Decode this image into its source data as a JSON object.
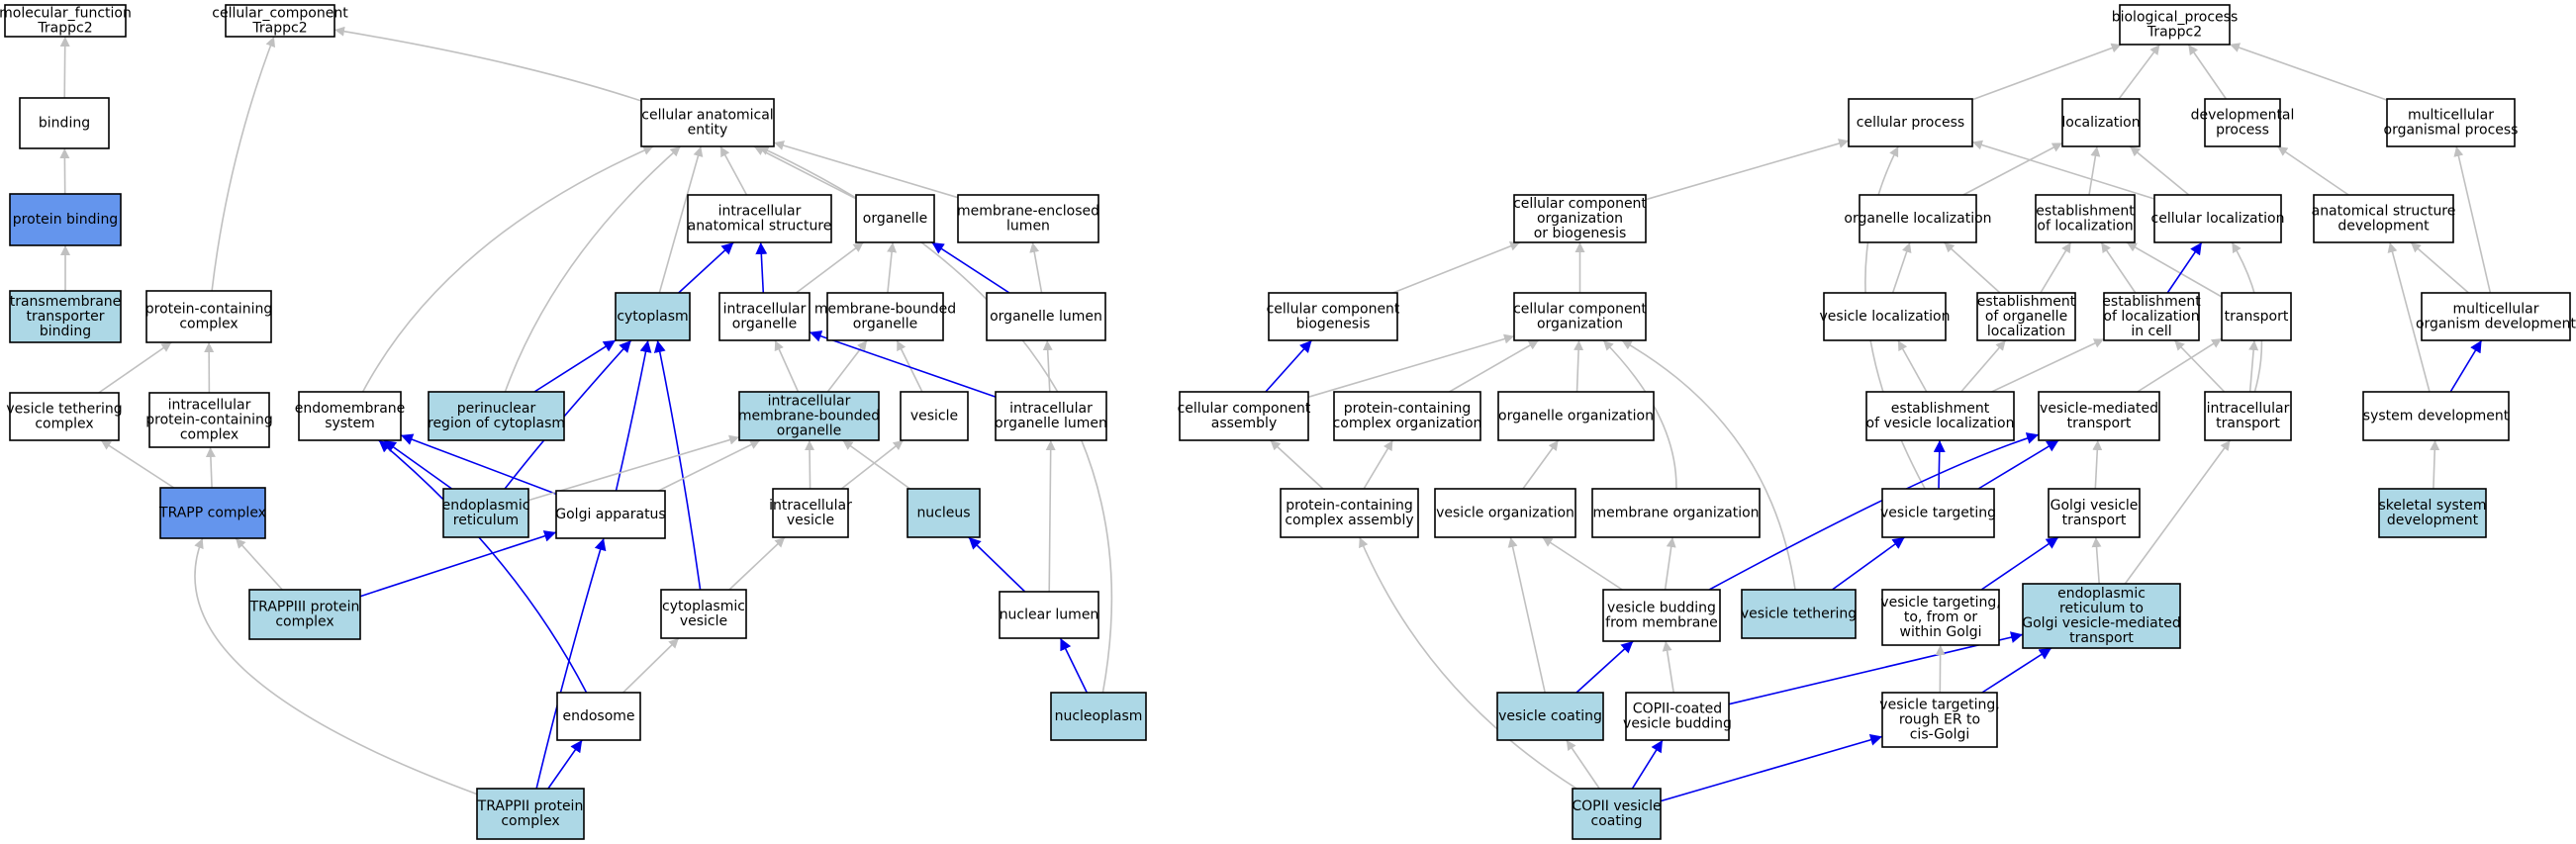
{
  "colors": {
    "node_default": "#ffffff",
    "node_annotated": "#add8e6",
    "node_highlight": "#6495ed",
    "edge_grey": "#c0c0c0",
    "edge_blue": "#0000ee"
  },
  "nodes": [
    {
      "id": "mf_root",
      "lines": [
        "molecular_function",
        "Trappc2"
      ],
      "fill": "default"
    },
    {
      "id": "binding",
      "lines": [
        "binding"
      ],
      "fill": "default"
    },
    {
      "id": "protein_binding",
      "lines": [
        "protein binding"
      ],
      "fill": "highlight"
    },
    {
      "id": "tm_binding",
      "lines": [
        "transmembrane",
        "transporter",
        "binding"
      ],
      "fill": "annotated"
    },
    {
      "id": "cc_root",
      "lines": [
        "cellular_component",
        "Trappc2"
      ],
      "fill": "default"
    },
    {
      "id": "prot_complex",
      "lines": [
        "protein-containing",
        "complex"
      ],
      "fill": "default"
    },
    {
      "id": "vesicle_tether_complex",
      "lines": [
        "vesicle tethering",
        "complex"
      ],
      "fill": "default"
    },
    {
      "id": "ic_prot_complex",
      "lines": [
        "intracellular",
        "protein-containing",
        "complex"
      ],
      "fill": "default"
    },
    {
      "id": "trapp_complex",
      "lines": [
        "TRAPP complex"
      ],
      "fill": "highlight"
    },
    {
      "id": "trappiii",
      "lines": [
        "TRAPPIII protein",
        "complex"
      ],
      "fill": "annotated"
    },
    {
      "id": "trappii",
      "lines": [
        "TRAPPII protein",
        "complex"
      ],
      "fill": "annotated"
    },
    {
      "id": "cell_anat",
      "lines": [
        "cellular anatomical",
        "entity"
      ],
      "fill": "default"
    },
    {
      "id": "ic_anat",
      "lines": [
        "intracellular",
        "anatomical structure"
      ],
      "fill": "default"
    },
    {
      "id": "organelle",
      "lines": [
        "organelle"
      ],
      "fill": "default"
    },
    {
      "id": "mem_lumen",
      "lines": [
        "membrane-enclosed",
        "lumen"
      ],
      "fill": "default"
    },
    {
      "id": "cytoplasm",
      "lines": [
        "cytoplasm"
      ],
      "fill": "annotated"
    },
    {
      "id": "ic_organelle",
      "lines": [
        "intracellular",
        "organelle"
      ],
      "fill": "default"
    },
    {
      "id": "mb_organelle",
      "lines": [
        "membrane-bounded",
        "organelle"
      ],
      "fill": "default"
    },
    {
      "id": "organelle_lumen",
      "lines": [
        "organelle lumen"
      ],
      "fill": "default"
    },
    {
      "id": "endomembrane",
      "lines": [
        "endomembrane",
        "system"
      ],
      "fill": "default"
    },
    {
      "id": "perinuclear",
      "lines": [
        "perinuclear",
        "region of cytoplasm"
      ],
      "fill": "annotated"
    },
    {
      "id": "ic_mb_organelle",
      "lines": [
        "intracellular",
        "membrane-bounded",
        "organelle"
      ],
      "fill": "annotated"
    },
    {
      "id": "vesicle",
      "lines": [
        "vesicle"
      ],
      "fill": "default"
    },
    {
      "id": "ic_org_lumen",
      "lines": [
        "intracellular",
        "organelle lumen"
      ],
      "fill": "default"
    },
    {
      "id": "er",
      "lines": [
        "endoplasmic",
        "reticulum"
      ],
      "fill": "annotated"
    },
    {
      "id": "golgi",
      "lines": [
        "Golgi apparatus"
      ],
      "fill": "default"
    },
    {
      "id": "ic_vesicle",
      "lines": [
        "intracellular",
        "vesicle"
      ],
      "fill": "default"
    },
    {
      "id": "nucleus",
      "lines": [
        "nucleus"
      ],
      "fill": "annotated"
    },
    {
      "id": "cyto_vesicle",
      "lines": [
        "cytoplasmic",
        "vesicle"
      ],
      "fill": "default"
    },
    {
      "id": "nuclear_lumen",
      "lines": [
        "nuclear lumen"
      ],
      "fill": "default"
    },
    {
      "id": "endosome",
      "lines": [
        "endosome"
      ],
      "fill": "default"
    },
    {
      "id": "nucleoplasm",
      "lines": [
        "nucleoplasm"
      ],
      "fill": "annotated"
    },
    {
      "id": "bp_root",
      "lines": [
        "biological_process",
        "Trappc2"
      ],
      "fill": "default"
    },
    {
      "id": "cell_process",
      "lines": [
        "cellular process"
      ],
      "fill": "default"
    },
    {
      "id": "localization",
      "lines": [
        "localization"
      ],
      "fill": "default"
    },
    {
      "id": "dev_process",
      "lines": [
        "developmental",
        "process"
      ],
      "fill": "default"
    },
    {
      "id": "multi_process",
      "lines": [
        "multicellular",
        "organismal process"
      ],
      "fill": "default"
    },
    {
      "id": "cc_org_bio",
      "lines": [
        "cellular component",
        "organization",
        "or biogenesis"
      ],
      "fill": "default"
    },
    {
      "id": "organelle_loc",
      "lines": [
        "organelle localization"
      ],
      "fill": "default"
    },
    {
      "id": "estab_loc",
      "lines": [
        "establishment",
        "of localization"
      ],
      "fill": "default"
    },
    {
      "id": "cell_loc",
      "lines": [
        "cellular localization"
      ],
      "fill": "default"
    },
    {
      "id": "anat_dev",
      "lines": [
        "anatomical structure",
        "development"
      ],
      "fill": "default"
    },
    {
      "id": "cc_biogenesis",
      "lines": [
        "cellular component",
        "biogenesis"
      ],
      "fill": "default"
    },
    {
      "id": "cc_org",
      "lines": [
        "cellular component",
        "organization"
      ],
      "fill": "default"
    },
    {
      "id": "vesicle_loc",
      "lines": [
        "vesicle localization"
      ],
      "fill": "default"
    },
    {
      "id": "estab_org_loc",
      "lines": [
        "establishment",
        "of organelle",
        "localization"
      ],
      "fill": "default"
    },
    {
      "id": "estab_loc_cell",
      "lines": [
        "establishment",
        "of localization",
        "in cell"
      ],
      "fill": "default"
    },
    {
      "id": "transport",
      "lines": [
        "transport"
      ],
      "fill": "default"
    },
    {
      "id": "multi_org_dev",
      "lines": [
        "multicellular",
        "organism development"
      ],
      "fill": "default"
    },
    {
      "id": "cc_assembly",
      "lines": [
        "cellular component",
        "assembly"
      ],
      "fill": "default"
    },
    {
      "id": "pcc_org",
      "lines": [
        "protein-containing",
        "complex organization"
      ],
      "fill": "default"
    },
    {
      "id": "organelle_org",
      "lines": [
        "organelle organization"
      ],
      "fill": "default"
    },
    {
      "id": "estab_ves_loc",
      "lines": [
        "establishment",
        "of vesicle localization"
      ],
      "fill": "default"
    },
    {
      "id": "ves_transport",
      "lines": [
        "vesicle-mediated",
        "transport"
      ],
      "fill": "default"
    },
    {
      "id": "ic_transport",
      "lines": [
        "intracellular",
        "transport"
      ],
      "fill": "default"
    },
    {
      "id": "sys_dev",
      "lines": [
        "system development"
      ],
      "fill": "default"
    },
    {
      "id": "pcc_assembly",
      "lines": [
        "protein-containing",
        "complex assembly"
      ],
      "fill": "default"
    },
    {
      "id": "vesicle_org",
      "lines": [
        "vesicle organization"
      ],
      "fill": "default"
    },
    {
      "id": "membrane_org",
      "lines": [
        "membrane organization"
      ],
      "fill": "default"
    },
    {
      "id": "ves_targeting",
      "lines": [
        "vesicle targeting"
      ],
      "fill": "default"
    },
    {
      "id": "golgi_ves_transport",
      "lines": [
        "Golgi vesicle",
        "transport"
      ],
      "fill": "default"
    },
    {
      "id": "skeletal_dev",
      "lines": [
        "skeletal system",
        "development"
      ],
      "fill": "annotated"
    },
    {
      "id": "ves_tethering",
      "lines": [
        "vesicle tethering"
      ],
      "fill": "annotated"
    },
    {
      "id": "ves_budding",
      "lines": [
        "vesicle budding",
        "from membrane"
      ],
      "fill": "default"
    },
    {
      "id": "ves_target_golgi",
      "lines": [
        "vesicle targeting,",
        "to, from or",
        "within Golgi"
      ],
      "fill": "default"
    },
    {
      "id": "er_golgi_transport",
      "lines": [
        "endoplasmic",
        "reticulum to",
        "Golgi vesicle-mediated",
        "transport"
      ],
      "fill": "annotated"
    },
    {
      "id": "ves_coating",
      "lines": [
        "vesicle coating"
      ],
      "fill": "annotated"
    },
    {
      "id": "copii_budding",
      "lines": [
        "COPII-coated",
        "vesicle budding"
      ],
      "fill": "default"
    },
    {
      "id": "ves_target_er",
      "lines": [
        "vesicle targeting,",
        "rough ER to",
        "cis-Golgi"
      ],
      "fill": "default"
    },
    {
      "id": "copii_coating",
      "lines": [
        "COPII vesicle",
        "coating"
      ],
      "fill": "annotated"
    }
  ],
  "edges": [
    {
      "from": "binding",
      "to": "mf_root",
      "color": "grey"
    },
    {
      "from": "protein_binding",
      "to": "binding",
      "color": "grey"
    },
    {
      "from": "tm_binding",
      "to": "protein_binding",
      "color": "grey"
    },
    {
      "from": "prot_complex",
      "to": "cc_root",
      "color": "grey"
    },
    {
      "from": "cell_anat",
      "to": "cc_root",
      "color": "grey"
    },
    {
      "from": "vesicle_tether_complex",
      "to": "prot_complex",
      "color": "grey"
    },
    {
      "from": "ic_prot_complex",
      "to": "prot_complex",
      "color": "grey"
    },
    {
      "from": "trapp_complex",
      "to": "vesicle_tether_complex",
      "color": "grey"
    },
    {
      "from": "trapp_complex",
      "to": "ic_prot_complex",
      "color": "grey"
    },
    {
      "from": "trappiii",
      "to": "trapp_complex",
      "color": "grey"
    },
    {
      "from": "trappii",
      "to": "trapp_complex",
      "color": "grey"
    },
    {
      "from": "ic_anat",
      "to": "cell_anat",
      "color": "grey"
    },
    {
      "from": "organelle",
      "to": "cell_anat",
      "color": "grey"
    },
    {
      "from": "mem_lumen",
      "to": "cell_anat",
      "color": "grey"
    },
    {
      "from": "cytoplasm",
      "to": "cell_anat",
      "color": "grey"
    },
    {
      "from": "endomembrane",
      "to": "cell_anat",
      "color": "grey"
    },
    {
      "from": "perinuclear",
      "to": "cell_anat",
      "color": "grey"
    },
    {
      "from": "nucleoplasm",
      "to": "cell_anat",
      "color": "grey"
    },
    {
      "from": "cytoplasm",
      "to": "ic_anat",
      "color": "blue"
    },
    {
      "from": "ic_organelle",
      "to": "ic_anat",
      "color": "blue"
    },
    {
      "from": "ic_organelle",
      "to": "organelle",
      "color": "grey"
    },
    {
      "from": "mb_organelle",
      "to": "organelle",
      "color": "grey"
    },
    {
      "from": "organelle_lumen",
      "to": "organelle",
      "color": "blue"
    },
    {
      "from": "organelle_lumen",
      "to": "mem_lumen",
      "color": "grey"
    },
    {
      "from": "ic_mb_organelle",
      "to": "ic_organelle",
      "color": "grey"
    },
    {
      "from": "ic_mb_organelle",
      "to": "mb_organelle",
      "color": "grey"
    },
    {
      "from": "vesicle",
      "to": "mb_organelle",
      "color": "grey"
    },
    {
      "from": "ic_org_lumen",
      "to": "ic_organelle",
      "color": "blue"
    },
    {
      "from": "ic_org_lumen",
      "to": "organelle_lumen",
      "color": "grey"
    },
    {
      "from": "perinuclear",
      "to": "cytoplasm",
      "color": "blue"
    },
    {
      "from": "er",
      "to": "cytoplasm",
      "color": "blue"
    },
    {
      "from": "golgi",
      "to": "cytoplasm",
      "color": "blue"
    },
    {
      "from": "cyto_vesicle",
      "to": "cytoplasm",
      "color": "blue"
    },
    {
      "from": "er",
      "to": "endomembrane",
      "color": "blue"
    },
    {
      "from": "golgi",
      "to": "endomembrane",
      "color": "blue"
    },
    {
      "from": "endosome",
      "to": "endomembrane",
      "color": "blue"
    },
    {
      "from": "er",
      "to": "ic_mb_organelle",
      "color": "grey"
    },
    {
      "from": "golgi",
      "to": "ic_mb_organelle",
      "color": "grey"
    },
    {
      "from": "ic_vesicle",
      "to": "ic_mb_organelle",
      "color": "grey"
    },
    {
      "from": "nucleus",
      "to": "ic_mb_organelle",
      "color": "grey"
    },
    {
      "from": "ic_vesicle",
      "to": "vesicle",
      "color": "grey"
    },
    {
      "from": "cyto_vesicle",
      "to": "ic_vesicle",
      "color": "grey"
    },
    {
      "from": "endosome",
      "to": "cyto_vesicle",
      "color": "grey"
    },
    {
      "from": "nuclear_lumen",
      "to": "nucleus",
      "color": "blue"
    },
    {
      "from": "nuclear_lumen",
      "to": "ic_org_lumen",
      "color": "grey"
    },
    {
      "from": "nucleoplasm",
      "to": "nuclear_lumen",
      "color": "blue"
    },
    {
      "from": "trappiii",
      "to": "golgi",
      "color": "blue"
    },
    {
      "from": "trappii",
      "to": "golgi",
      "color": "blue"
    },
    {
      "from": "trappii",
      "to": "endosome",
      "color": "blue"
    },
    {
      "from": "cell_process",
      "to": "bp_root",
      "color": "grey"
    },
    {
      "from": "localization",
      "to": "bp_root",
      "color": "grey"
    },
    {
      "from": "dev_process",
      "to": "bp_root",
      "color": "grey"
    },
    {
      "from": "multi_process",
      "to": "bp_root",
      "color": "grey"
    },
    {
      "from": "cc_org_bio",
      "to": "cell_process",
      "color": "grey"
    },
    {
      "from": "cell_loc",
      "to": "cell_process",
      "color": "grey"
    },
    {
      "from": "ves_targeting",
      "to": "cell_process",
      "color": "grey"
    },
    {
      "from": "organelle_loc",
      "to": "localization",
      "color": "grey"
    },
    {
      "from": "estab_loc",
      "to": "localization",
      "color": "grey"
    },
    {
      "from": "cell_loc",
      "to": "localization",
      "color": "grey"
    },
    {
      "from": "anat_dev",
      "to": "dev_process",
      "color": "grey"
    },
    {
      "from": "multi_org_dev",
      "to": "multi_process",
      "color": "grey"
    },
    {
      "from": "cc_biogenesis",
      "to": "cc_org_bio",
      "color": "grey"
    },
    {
      "from": "cc_org",
      "to": "cc_org_bio",
      "color": "grey"
    },
    {
      "from": "vesicle_loc",
      "to": "organelle_loc",
      "color": "grey"
    },
    {
      "from": "estab_org_loc",
      "to": "organelle_loc",
      "color": "grey"
    },
    {
      "from": "estab_org_loc",
      "to": "estab_loc",
      "color": "grey"
    },
    {
      "from": "estab_loc_cell",
      "to": "estab_loc",
      "color": "grey"
    },
    {
      "from": "transport",
      "to": "estab_loc",
      "color": "grey"
    },
    {
      "from": "estab_loc_cell",
      "to": "cell_loc",
      "color": "blue"
    },
    {
      "from": "ic_transport",
      "to": "cell_loc",
      "color": "grey"
    },
    {
      "from": "sys_dev",
      "to": "anat_dev",
      "color": "grey"
    },
    {
      "from": "multi_org_dev",
      "to": "anat_dev",
      "color": "grey"
    },
    {
      "from": "sys_dev",
      "to": "multi_org_dev",
      "color": "blue"
    },
    {
      "from": "cc_assembly",
      "to": "cc_biogenesis",
      "color": "blue"
    },
    {
      "from": "cc_assembly",
      "to": "cc_org",
      "color": "grey"
    },
    {
      "from": "pcc_org",
      "to": "cc_org",
      "color": "grey"
    },
    {
      "from": "organelle_org",
      "to": "cc_org",
      "color": "grey"
    },
    {
      "from": "membrane_org",
      "to": "cc_org",
      "color": "grey"
    },
    {
      "from": "ves_tethering",
      "to": "cc_org",
      "color": "grey"
    },
    {
      "from": "estab_ves_loc",
      "to": "vesicle_loc",
      "color": "grey"
    },
    {
      "from": "estab_ves_loc",
      "to": "estab_org_loc",
      "color": "grey"
    },
    {
      "from": "estab_ves_loc",
      "to": "estab_loc_cell",
      "color": "grey"
    },
    {
      "from": "ves_transport",
      "to": "transport",
      "color": "grey"
    },
    {
      "from": "ic_transport",
      "to": "transport",
      "color": "grey"
    },
    {
      "from": "ic_transport",
      "to": "estab_loc_cell",
      "color": "grey"
    },
    {
      "from": "skeletal_dev",
      "to": "sys_dev",
      "color": "grey"
    },
    {
      "from": "pcc_assembly",
      "to": "cc_assembly",
      "color": "grey"
    },
    {
      "from": "pcc_assembly",
      "to": "pcc_org",
      "color": "grey"
    },
    {
      "from": "vesicle_org",
      "to": "organelle_org",
      "color": "grey"
    },
    {
      "from": "ves_targeting",
      "to": "estab_ves_loc",
      "color": "blue"
    },
    {
      "from": "ves_targeting",
      "to": "ves_transport",
      "color": "blue"
    },
    {
      "from": "ves_budding",
      "to": "ves_transport",
      "color": "blue"
    },
    {
      "from": "golgi_ves_transport",
      "to": "ves_transport",
      "color": "grey"
    },
    {
      "from": "er_golgi_transport",
      "to": "golgi_ves_transport",
      "color": "grey"
    },
    {
      "from": "er_golgi_transport",
      "to": "ic_transport",
      "color": "grey"
    },
    {
      "from": "ves_target_golgi",
      "to": "golgi_ves_transport",
      "color": "blue"
    },
    {
      "from": "ves_tethering",
      "to": "ves_targeting",
      "color": "blue"
    },
    {
      "from": "ves_budding",
      "to": "vesicle_org",
      "color": "grey"
    },
    {
      "from": "ves_budding",
      "to": "membrane_org",
      "color": "grey"
    },
    {
      "from": "ves_coating",
      "to": "vesicle_org",
      "color": "grey"
    },
    {
      "from": "ves_coating",
      "to": "ves_budding",
      "color": "blue"
    },
    {
      "from": "copii_budding",
      "to": "ves_budding",
      "color": "grey"
    },
    {
      "from": "copii_budding",
      "to": "er_golgi_transport",
      "color": "blue"
    },
    {
      "from": "ves_target_er",
      "to": "ves_target_golgi",
      "color": "grey"
    },
    {
      "from": "ves_target_er",
      "to": "er_golgi_transport",
      "color": "blue"
    },
    {
      "from": "copii_coating",
      "to": "ves_coating",
      "color": "grey"
    },
    {
      "from": "copii_coating",
      "to": "copii_budding",
      "color": "blue"
    },
    {
      "from": "copii_coating",
      "to": "ves_target_er",
      "color": "blue"
    },
    {
      "from": "copii_coating",
      "to": "pcc_assembly",
      "color": "grey"
    }
  ]
}
